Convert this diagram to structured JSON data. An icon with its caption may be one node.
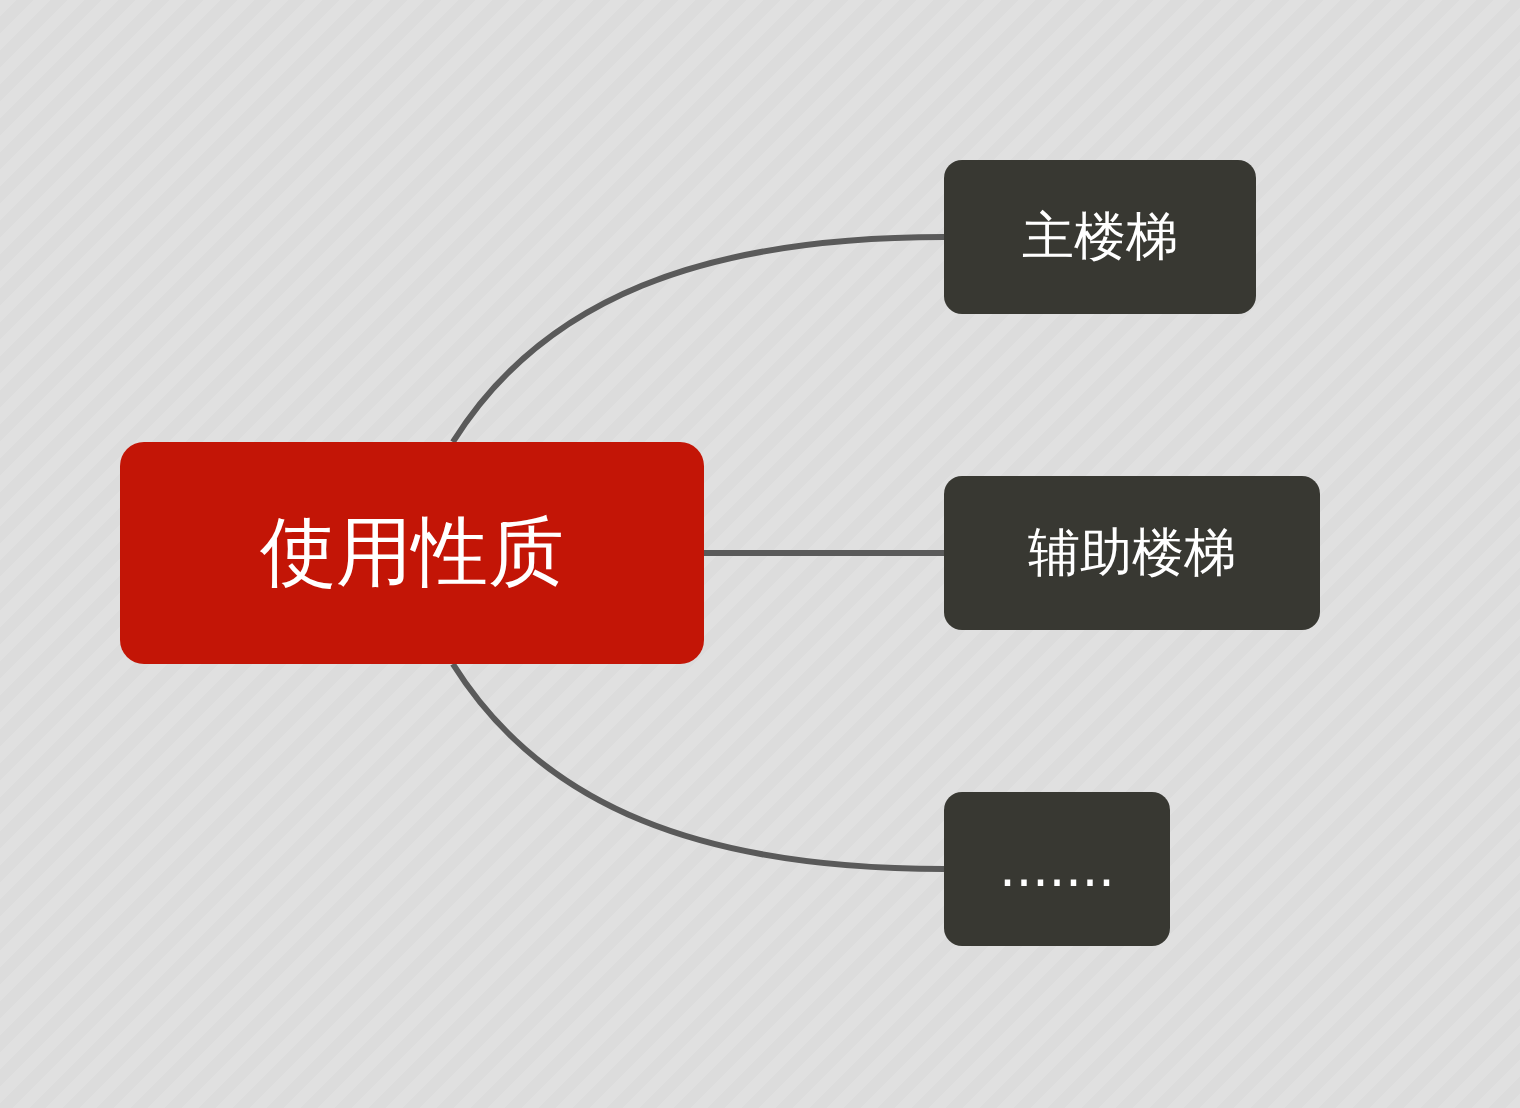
{
  "diagram": {
    "nodes": [
      {
        "text": [
          "使用性质"
        ]
      },
      {
        "text": [
          "主楼梯"
        ]
      },
      {
        "text": [
          "辅助楼梯"
        ]
      },
      {
        "text": [
          "......."
        ]
      }
    ],
    "edges": [
      {
        "from": 0,
        "to": 1,
        "arrow": "none"
      },
      {
        "from": 0,
        "to": 2,
        "arrow": "none"
      },
      {
        "from": 0,
        "to": 3,
        "arrow": "none"
      }
    ]
  }
}
